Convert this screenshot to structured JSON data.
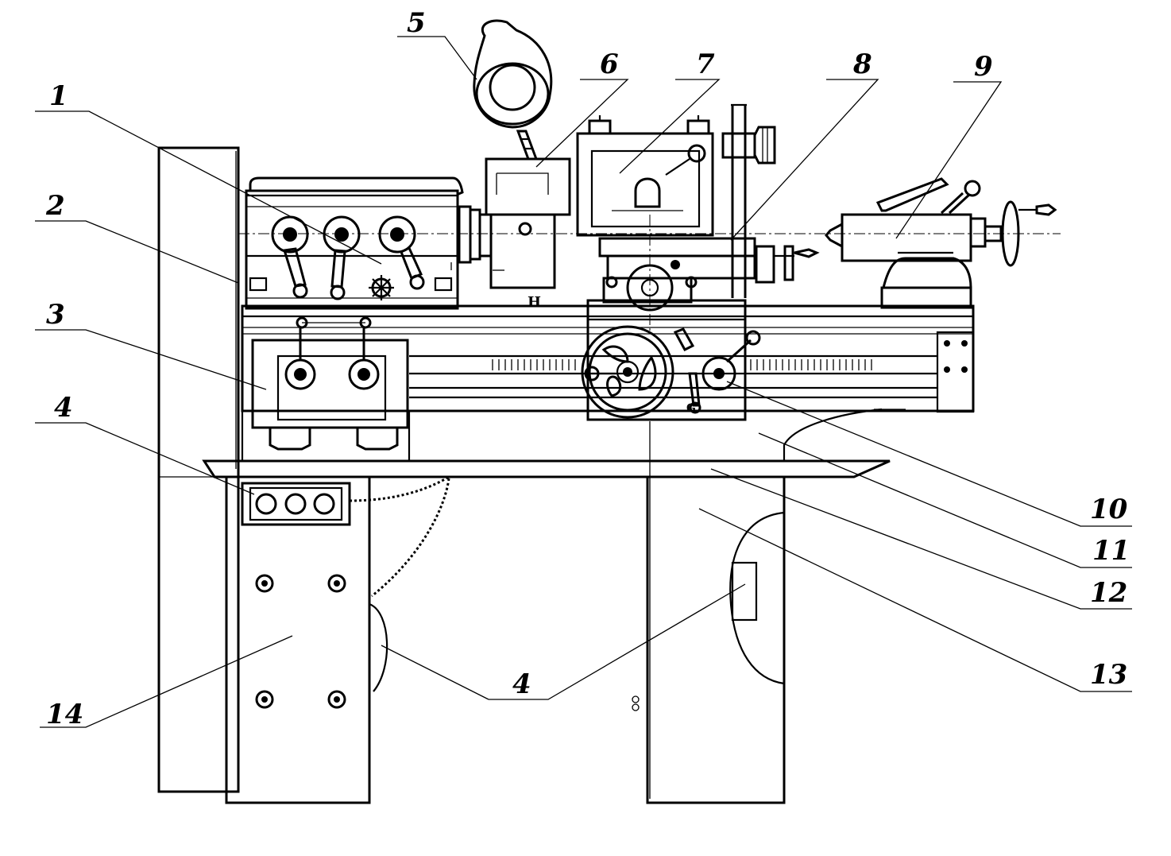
{
  "figure": {
    "labels": [
      "1",
      "2",
      "3",
      "4",
      "5",
      "6",
      "7",
      "8",
      "9",
      "10",
      "11",
      "12",
      "13",
      "14"
    ],
    "stamp_h": "H",
    "stamp_g": "G"
  },
  "colors": {
    "line": "#000000",
    "background": "#ffffff"
  }
}
